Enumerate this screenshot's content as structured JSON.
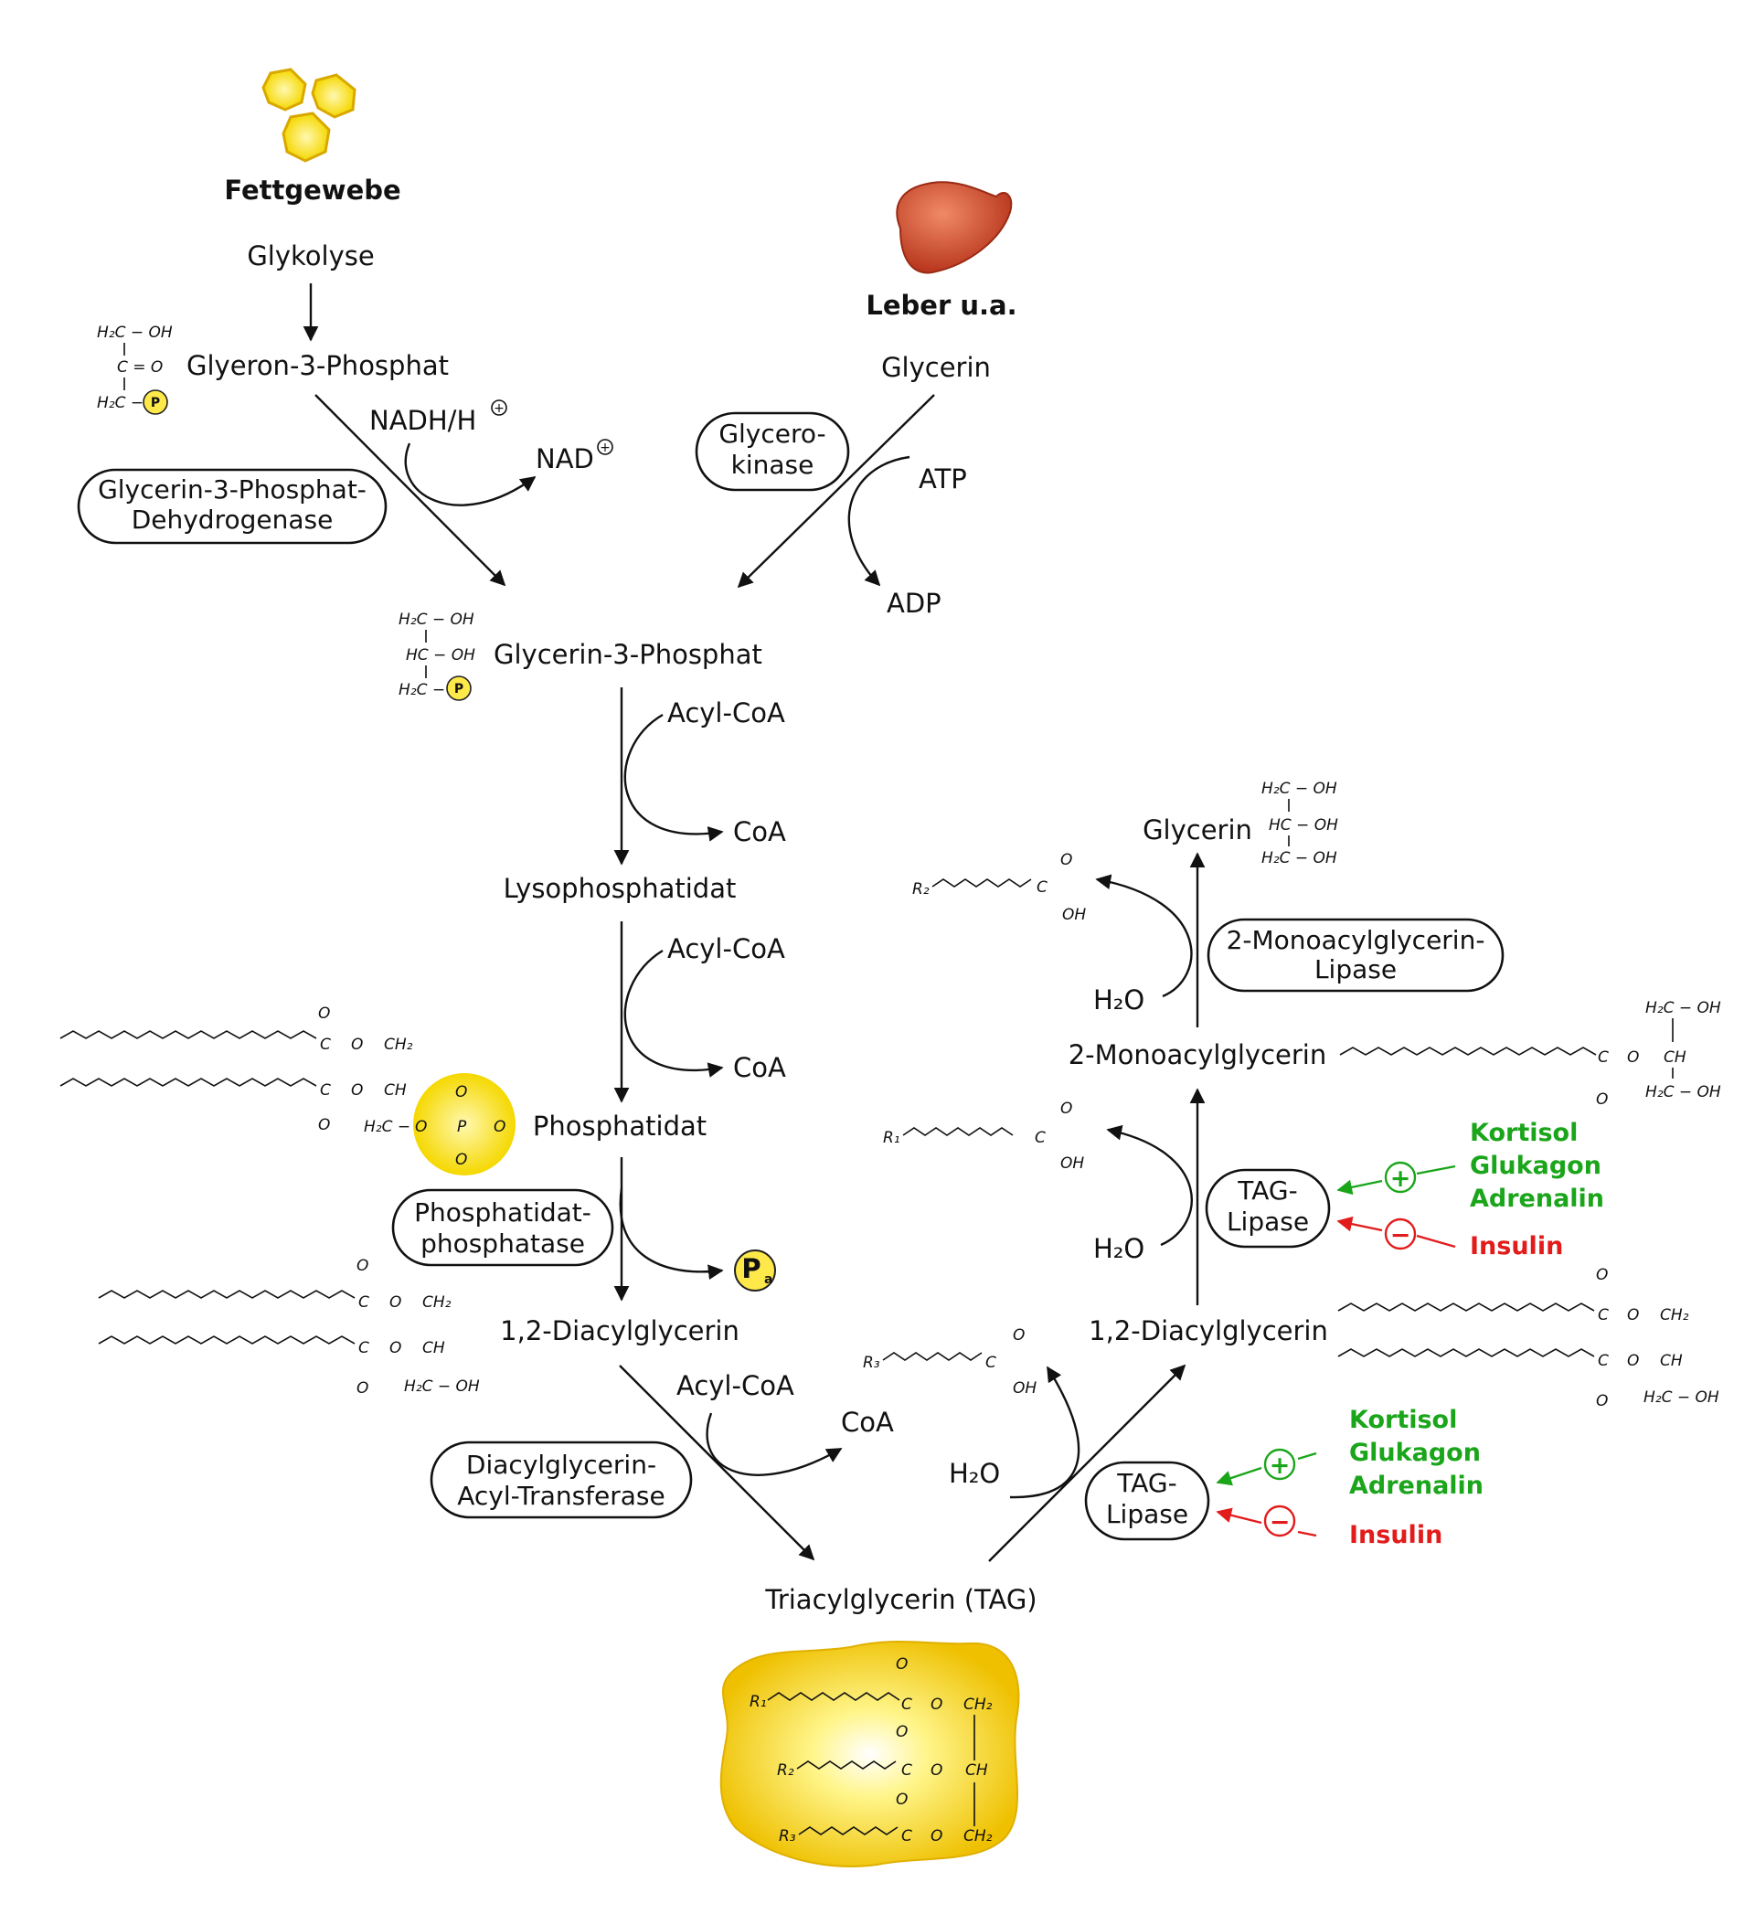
{
  "tissues": {
    "fat": "Fettgewebe",
    "liver": "Leber u.a."
  },
  "metabolites": {
    "glykolyse": "Glykolyse",
    "glyceron_p": "Glyeron-3-Phosphat",
    "glycerin_top": "Glycerin",
    "glycerin_3_p": "Glycerin-3-Phosphat",
    "lysophosphatidat": "Lysophosphatidat",
    "phosphatidat": "Phosphatidat",
    "dag_left": "1,2-Diacylglycerin",
    "tag": "Triacylglycerin (TAG)",
    "dag_right": "1,2-Diacylglycerin",
    "mag": "2-Monoacylglycerin",
    "glycerin_right": "Glycerin"
  },
  "cofactors": {
    "nadh": "NADH/H",
    "nad": "NAD",
    "atp": "ATP",
    "adp": "ADP",
    "acyl_coa_1": "Acyl-CoA",
    "coa_1": "CoA",
    "acyl_coa_2": "Acyl-CoA",
    "coa_2": "CoA",
    "pa": "P",
    "pa_sub": "a",
    "acyl_coa_3": "Acyl-CoA",
    "coa_3": "CoA",
    "h2o_1": "H₂O",
    "h2o_2": "H₂O",
    "h2o_3": "H₂O"
  },
  "enzymes": {
    "g3pdh_l1": "Glycerin-3-Phosphat-",
    "g3pdh_l2": "Dehydrogenase",
    "glycerokinase_l1": "Glycero-",
    "glycerokinase_l2": "kinase",
    "pap_l1": "Phosphatidat-",
    "pap_l2": "phosphatase",
    "dgat_l1": "Diacylglycerin-",
    "dgat_l2": "Acyl-Transferase",
    "tag_lipase_1_l1": "TAG-",
    "tag_lipase_1_l2": "Lipase",
    "tag_lipase_2_l1": "TAG-",
    "tag_lipase_2_l2": "Lipase",
    "mag_lipase_l1": "2-Monoacylglycerin-",
    "mag_lipase_l2": "Lipase"
  },
  "regulation": {
    "activators": [
      "Kortisol",
      "Glukagon",
      "Adrenalin"
    ],
    "inhibitor": "Insulin",
    "activators_2": [
      "Kortisol",
      "Glukagon",
      "Adrenalin"
    ],
    "inhibitor_2": "Insulin",
    "plus": "+",
    "minus": "−"
  },
  "structures": {
    "h2c_oh": "H₂C − OH",
    "c_o": "C = O",
    "h2c_p": "H₂C −",
    "hc_oh": "HC − OH",
    "p": "P",
    "r1": "R₁",
    "r2": "R₂",
    "r3": "R₃",
    "oh": "OH",
    "o": "O",
    "c": "C",
    "ch2": "CH₂",
    "ch": "CH",
    "phos": "P"
  },
  "colors": {
    "accent_yellow": "#f5d000",
    "fat_glow": "#fff7a0",
    "liver": "#c9452a",
    "activator": "#1aa51a",
    "inhibitor": "#e21b1b"
  },
  "icons": {
    "fat_tissue": "fat-cells-icon",
    "liver": "liver-icon"
  }
}
